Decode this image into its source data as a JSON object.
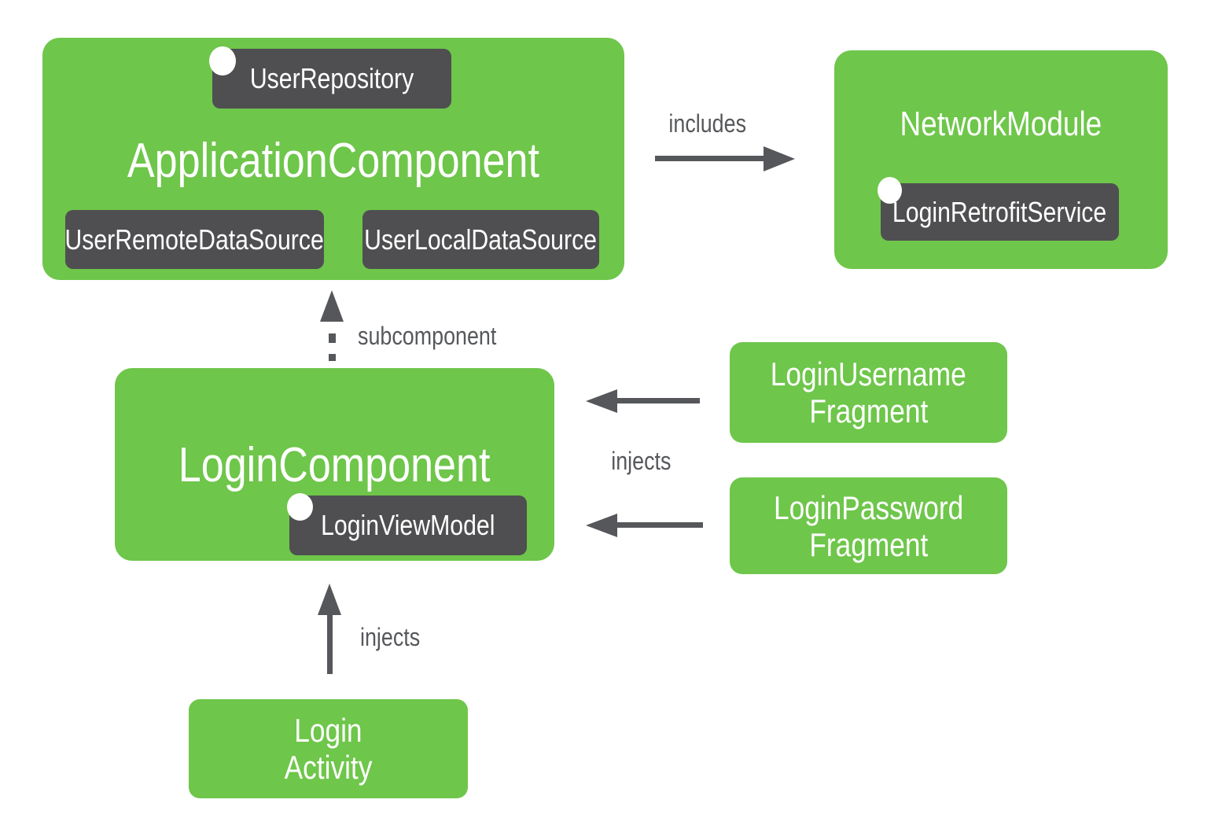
{
  "colors": {
    "green": "#6ec64a",
    "dark": "#4f4f51",
    "arrow": "#55575a",
    "label": "#56585b",
    "white": "#ffffff"
  },
  "diagram": {
    "application_component": {
      "title": "ApplicationComponent",
      "badge_user_repository": "UserRepository",
      "badge_user_remote_data_source": "UserRemoteDataSource",
      "badge_user_local_data_source": "UserLocalDataSource"
    },
    "network_module": {
      "title": "NetworkModule",
      "badge_login_retrofit_service": "LoginRetrofitService"
    },
    "login_component": {
      "title": "LoginComponent",
      "badge_login_view_model": "LoginViewModel"
    },
    "login_username_fragment": {
      "line1": "LoginUsername",
      "line2": "Fragment"
    },
    "login_password_fragment": {
      "line1": "LoginPassword",
      "line2": "Fragment"
    },
    "login_activity": {
      "line1": "Login",
      "line2": "Activity"
    },
    "edges": {
      "includes_label": "includes",
      "subcomponent_label": "subcomponent",
      "injects_fragments_label": "injects",
      "injects_activity_label": "injects"
    }
  }
}
